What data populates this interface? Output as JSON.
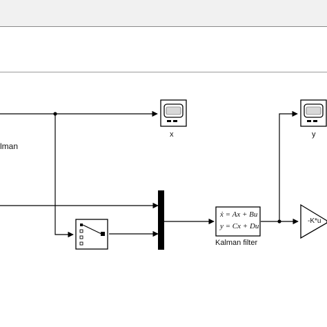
{
  "diagram": {
    "labels": {
      "kalman_cut": "lman",
      "scope_x": "x",
      "scope_y": "y",
      "kalman_filter": "Kalman filter",
      "gain": "-K*u"
    },
    "equations": {
      "state": "ẋ = Ax + Bu",
      "output": "y = Cx + Du"
    }
  }
}
